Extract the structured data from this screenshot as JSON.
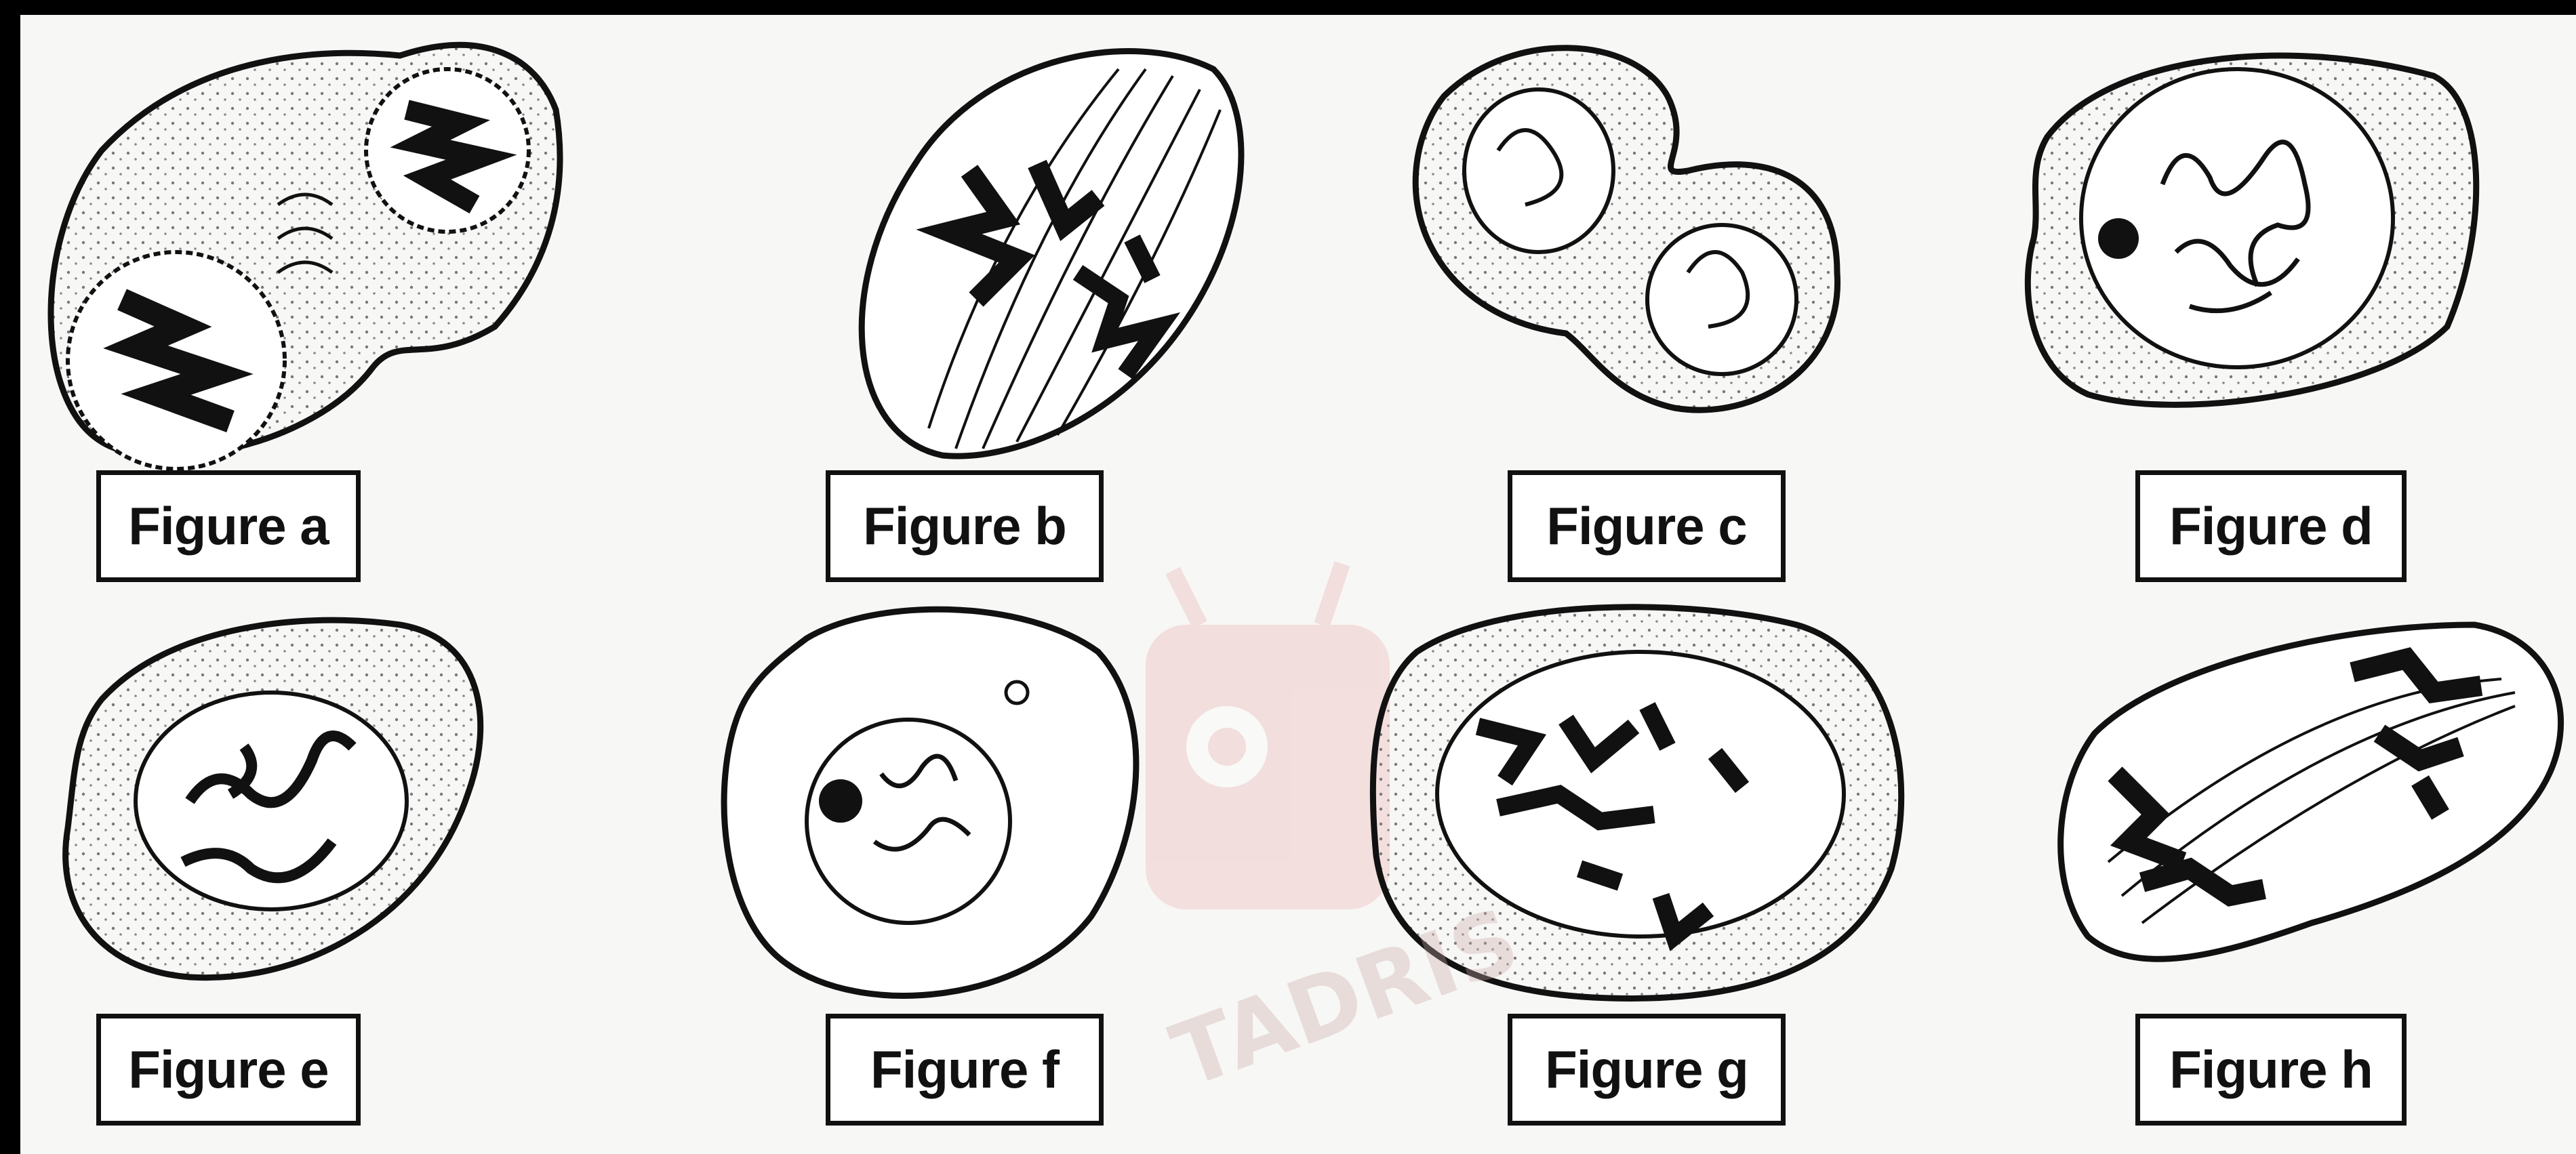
{
  "figures": [
    {
      "id": "a",
      "label": "Figure a"
    },
    {
      "id": "b",
      "label": "Figure b"
    },
    {
      "id": "c",
      "label": "Figure c"
    },
    {
      "id": "d",
      "label": "Figure d"
    },
    {
      "id": "e",
      "label": "Figure e"
    },
    {
      "id": "f",
      "label": "Figure f"
    },
    {
      "id": "g",
      "label": "Figure g"
    },
    {
      "id": "h",
      "label": "Figure h"
    }
  ],
  "watermark": {
    "text": "TADRIS"
  },
  "colors": {
    "ink": "#111111",
    "stipple": "#888888",
    "watermark": "#e0a0a0"
  }
}
